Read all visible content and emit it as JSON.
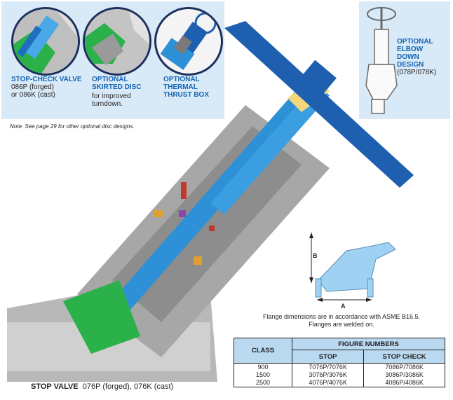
{
  "inset_captions": {
    "stop_check": {
      "title": "STOP-CHECK VALVE",
      "detail_1": "086P (forged)",
      "detail_2": "or 086K (cast)"
    },
    "skirted_disc": {
      "title_1": "OPTIONAL",
      "title_2": "SKIRTED DISC",
      "detail_1": "for improved",
      "detail_2": "turndown."
    },
    "thrust_box": {
      "title_1": "OPTIONAL",
      "title_2": "THERMAL",
      "title_3": "THRUST BOX"
    },
    "elbow": {
      "title_1": "OPTIONAL",
      "title_2": "ELBOW",
      "title_3": "DOWN",
      "title_4": "DESIGN",
      "detail": "(078P/078K)"
    }
  },
  "note": "Note: See page 29 for other optional disc designs.",
  "dimension_labels": {
    "a": "A",
    "b": "B"
  },
  "flange_note": {
    "line_1": "Flange dimensions are in accordance with ASME B16.5.",
    "line_2": "Flanges are welded on."
  },
  "table": {
    "header_class": "CLASS",
    "header_figures": "FIGURE NUMBERS",
    "header_stop": "STOP",
    "header_stop_check": "STOP CHECK",
    "rows": [
      {
        "class": "900",
        "stop": "7076P/7076K",
        "stop_check": "7086P/7086K"
      },
      {
        "class": "1500",
        "stop": "3076P/3076K",
        "stop_check": "3086P/3086K"
      },
      {
        "class": "2500",
        "stop": "4076P/4076K",
        "stop_check": "4086P/4086K"
      }
    ]
  },
  "caption": {
    "title": "STOP VALVE",
    "detail": "076P (forged), 076K (cast)"
  },
  "colors": {
    "accent_blue": "#1565b4",
    "panel_blue": "#d8eaf7",
    "header_blue": "#b9d9f0",
    "body_gray": "#b8b8b8",
    "stem_blue": "#2e90d6",
    "disc_green": "#2bb14a"
  }
}
